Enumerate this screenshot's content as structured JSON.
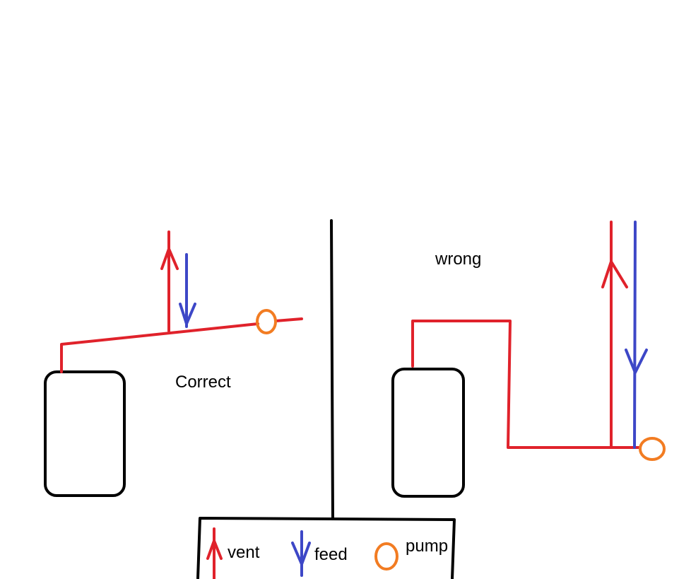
{
  "labels": {
    "correct": "Correct",
    "wrong": "wrong"
  },
  "legend": {
    "items": [
      {
        "label": "vent",
        "symbol": "arrow-up-icon",
        "color": "#e0222b"
      },
      {
        "label": "feed",
        "symbol": "arrow-down-icon",
        "color": "#3d47c7"
      },
      {
        "label": "pump",
        "symbol": "circle-icon",
        "color": "#f27c22"
      }
    ]
  },
  "colors": {
    "vent": "#e0222b",
    "feed": "#3d47c7",
    "pump": "#f27c22",
    "outline": "#000000"
  }
}
